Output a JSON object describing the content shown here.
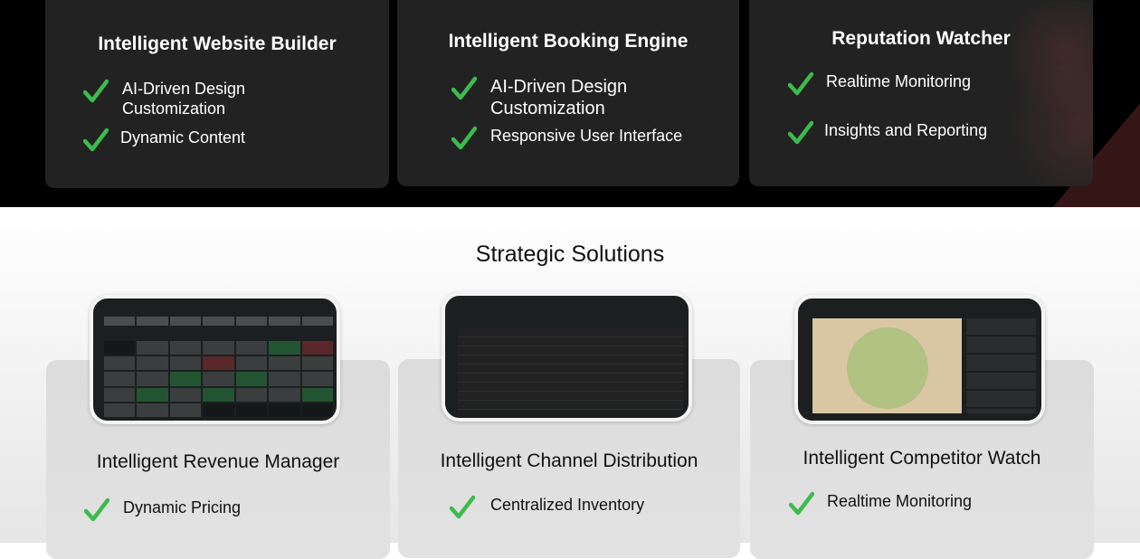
{
  "top_cards": [
    {
      "title": "Intelligent Website Builder",
      "items": [
        "AI-Driven Design Customization",
        "Dynamic Content"
      ]
    },
    {
      "title": "Intelligent Booking Engine",
      "items": [
        "AI-Driven Design Customization",
        "Responsive User Interface"
      ]
    },
    {
      "title": "Reputation Watcher",
      "items": [
        "Realtime Monitoring",
        "Insights and Reporting"
      ]
    }
  ],
  "section": {
    "title": "Strategic Solutions"
  },
  "bottom_cards": [
    {
      "title": "Intelligent Revenue Manager",
      "items": [
        "Dynamic Pricing"
      ]
    },
    {
      "title": "Intelligent Channel Distribution",
      "items": [
        "Centralized Inventory"
      ]
    },
    {
      "title": "Intelligent Competitor Watch",
      "items": [
        "Realtime Monitoring"
      ]
    }
  ],
  "colors": {
    "check": "#3dbb4e",
    "dark_card": "#222222",
    "accent_stripe": "#341617"
  }
}
